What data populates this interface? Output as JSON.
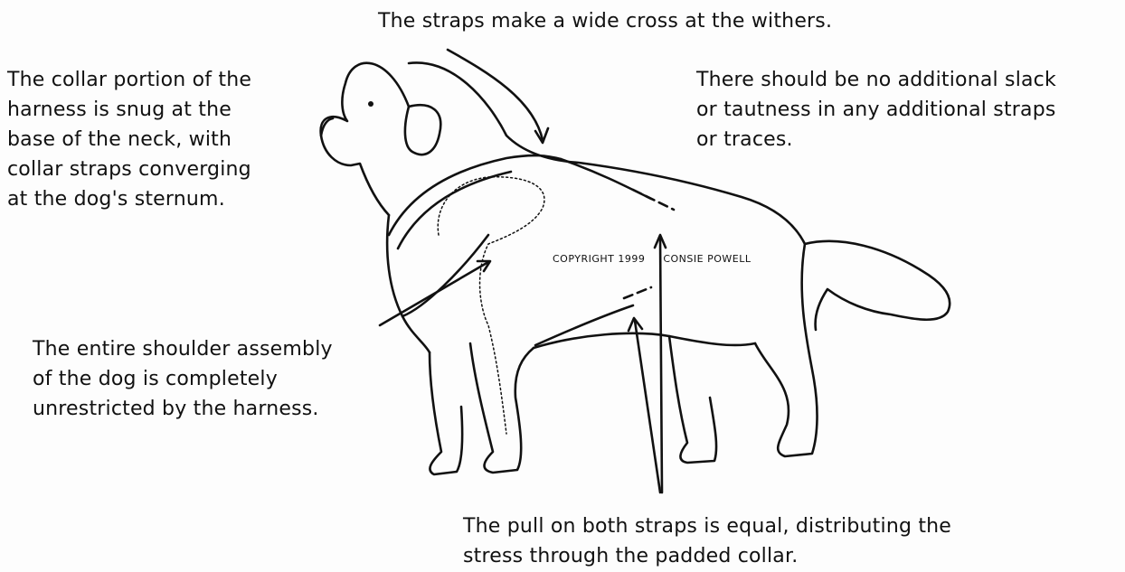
{
  "captions": {
    "top": "The straps make a wide cross at the withers.",
    "collar": "The collar portion of the\nharness is snug at the\nbase of the neck, with\ncollar straps converging\nat the dog's sternum.",
    "slack": "There should be no additional slack\nor tautness in any additional straps\nor traces.",
    "shoulder": "The entire shoulder assembly\nof the dog is completely\nunrestricted by the harness.",
    "pull": "The pull on both straps is equal, distributing the\nstress through the padded collar."
  },
  "copyright": {
    "year_text": "COPYRIGHT 1999",
    "author_text": "CONSIE POWELL"
  },
  "colors": {
    "ink": "#111111",
    "background": "#fdfdfd"
  }
}
